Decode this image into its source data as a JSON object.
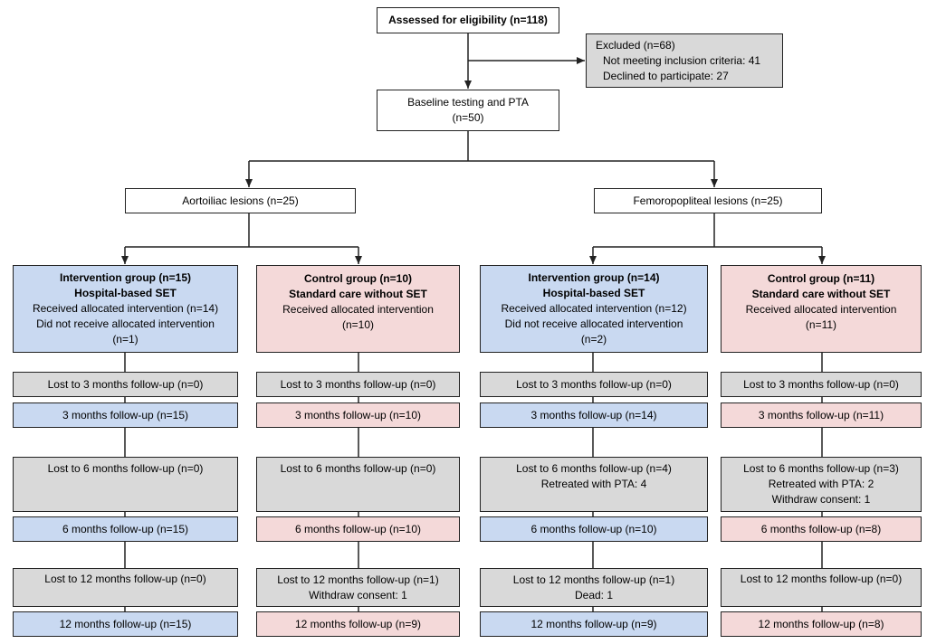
{
  "flowchart": {
    "assessed": "Assessed for eligibility (n=118)",
    "excluded": {
      "title": "Excluded (n=68)",
      "not_meeting": "Not meeting inclusion criteria: 41",
      "declined": "Declined to participate: 27"
    },
    "baseline": {
      "line1": "Baseline testing and PTA",
      "line2": "(n=50)"
    },
    "aortoiliac": "Aortoiliac lesions (n=25)",
    "femoropopliteal": "Femoropopliteal lesions (n=25)",
    "columns": [
      {
        "group": {
          "title": "Intervention group (n=15)",
          "subtitle": "Hospital-based SET",
          "lines": [
            "Received allocated intervention (n=14)",
            "Did not receive allocated intervention",
            "(n=1)"
          ]
        },
        "lost3": [
          "Lost to 3 months follow-up (n=0)"
        ],
        "fu3": "3 months follow-up (n=15)",
        "lost6": [
          "Lost to 6 months follow-up (n=0)"
        ],
        "fu6": "6 months follow-up (n=15)",
        "lost12": [
          "Lost to 12 months follow-up (n=0)"
        ],
        "fu12": "12 months follow-up (n=15)"
      },
      {
        "group": {
          "title": "Control group (n=10)",
          "subtitle": "Standard care without SET",
          "lines": [
            "Received allocated intervention",
            "(n=10)"
          ]
        },
        "lost3": [
          "Lost to 3 months follow-up (n=0)"
        ],
        "fu3": "3 months follow-up (n=10)",
        "lost6": [
          "Lost to 6 months follow-up (n=0)"
        ],
        "fu6": "6 months follow-up (n=10)",
        "lost12": [
          "Lost to 12 months follow-up (n=1)",
          "Withdraw consent: 1"
        ],
        "fu12": "12 months follow-up (n=9)"
      },
      {
        "group": {
          "title": "Intervention group (n=14)",
          "subtitle": "Hospital-based SET",
          "lines": [
            "Received allocated intervention (n=12)",
            "Did not receive allocated intervention",
            "(n=2)"
          ]
        },
        "lost3": [
          "Lost to 3 months follow-up (n=0)"
        ],
        "fu3": "3 months follow-up (n=14)",
        "lost6": [
          "Lost to 6 months follow-up (n=4)",
          "Retreated with PTA: 4"
        ],
        "fu6": "6 months follow-up (n=10)",
        "lost12": [
          "Lost to 12 months follow-up (n=1)",
          "Dead: 1"
        ],
        "fu12": "12 months follow-up (n=9)"
      },
      {
        "group": {
          "title": "Control group (n=11)",
          "subtitle": "Standard care without SET",
          "lines": [
            "Received allocated intervention",
            "(n=11)"
          ]
        },
        "lost3": [
          "Lost to 3 months follow-up (n=0)"
        ],
        "fu3": "3 months follow-up (n=11)",
        "lost6": [
          "Lost to 6 months follow-up (n=3)",
          "Retreated with PTA: 2",
          "Withdraw consent: 1"
        ],
        "fu6": "6 months follow-up (n=8)",
        "lost12": [
          "Lost to 12 months follow-up (n=0)"
        ],
        "fu12": "12 months follow-up (n=8)"
      }
    ]
  },
  "colors": {
    "grey": "#d9d9d9",
    "blue": "#c9d9f1",
    "pink": "#f4d9d9",
    "line": "#222222"
  }
}
